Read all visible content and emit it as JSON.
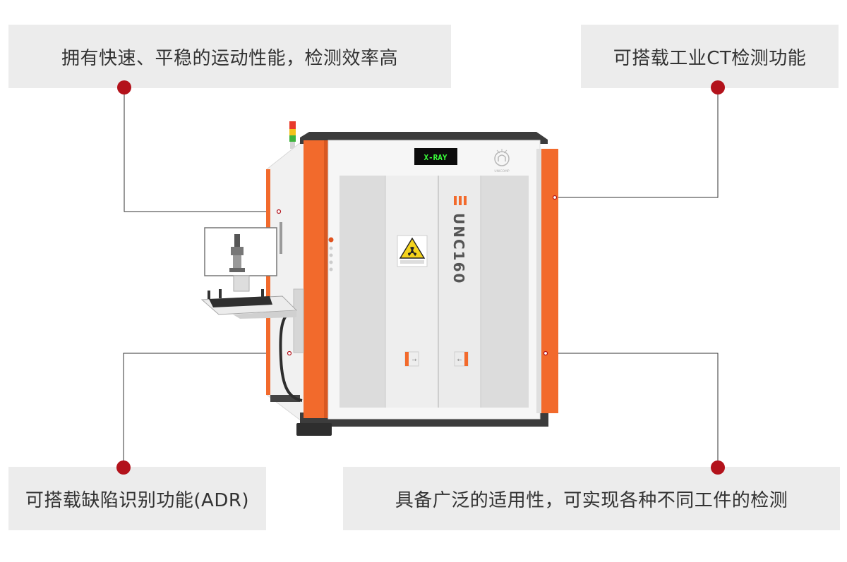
{
  "callouts": [
    {
      "id": "speed",
      "text": "拥有快速、平稳的运动性能，检测效率高"
    },
    {
      "id": "ct",
      "text": "可搭载工业CT检测功能"
    },
    {
      "id": "adr",
      "text": "可搭载缺陷识别功能(ADR)"
    },
    {
      "id": "versatility",
      "text": "具备广泛的适用性，可实现各种不同工件的检测"
    }
  ],
  "machine": {
    "display_text": "X-RAY",
    "model_text": "UNC160",
    "brand_text": "UNICOMP"
  },
  "colors": {
    "accent_orange": "#f26a2c",
    "marker_red": "#b3121b",
    "callout_bg": "#ececec",
    "display_green": "#3aff3a"
  }
}
